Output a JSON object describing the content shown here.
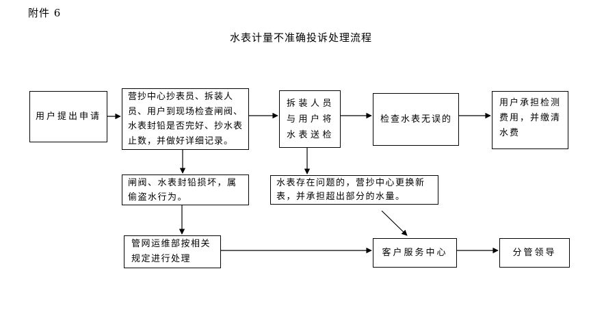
{
  "page": {
    "attachment_label": "附件 6",
    "title": "水表计量不准确投诉处理流程",
    "background_color": "#ffffff",
    "line_color": "#000000"
  },
  "flowchart": {
    "nodes": [
      {
        "id": "user-application",
        "text": "用户提出申请"
      },
      {
        "id": "onsite-inspection",
        "text": "营抄中心抄表员、拆装人员、用户到现场检查闸阀、水表封铅是否完好、抄水表止数，并做好详细记录。"
      },
      {
        "id": "send-meter-for-test",
        "text": "拆装人员与用户将水表送检"
      },
      {
        "id": "meter-correct",
        "text": "检查水表无误的"
      },
      {
        "id": "user-bears-cost",
        "text": "用户承担检测费用，并缴清水费"
      },
      {
        "id": "seal-damaged-theft",
        "text": "闸阀、水表封铅损坏，属偷盗水行为。"
      },
      {
        "id": "meter-faulty-replace",
        "text": "水表存在问题的，营抄中心更换新表，并承担超出部分的水量。"
      },
      {
        "id": "pipeline-maintenance",
        "text": "管网运维部按相关规定进行处理"
      },
      {
        "id": "customer-service-center",
        "text": "客户服务中心"
      },
      {
        "id": "branch-leader",
        "text": "分管领导"
      }
    ]
  }
}
